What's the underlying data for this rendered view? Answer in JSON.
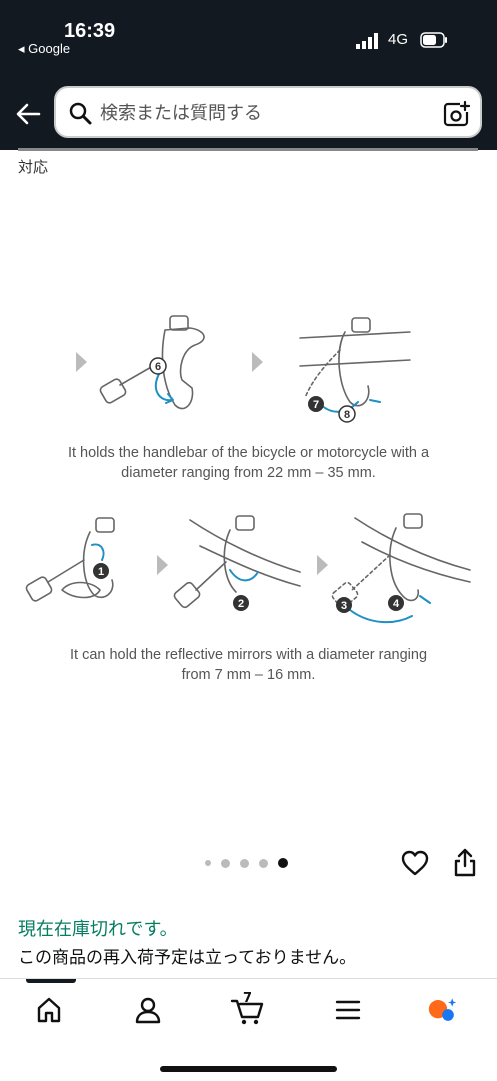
{
  "status_bar": {
    "time": "16:39",
    "back_app": "◂ Google",
    "network": "4G"
  },
  "search": {
    "placeholder": "検索または質問する"
  },
  "product": {
    "description_tail": "対応",
    "image_caption_1": "It holds the handlebar of the bicycle or motorcycle with a diameter ranging from 22 mm – 35 mm.",
    "image_caption_2": "It can hold the reflective mirrors with a diameter ranging from 7 mm – 16 mm.",
    "carousel": {
      "total": 5,
      "active_index": 4
    },
    "step_numbers": [
      "6",
      "7",
      "8",
      "1",
      "2",
      "3",
      "4"
    ]
  },
  "availability": {
    "status": "現在在庫切れです。",
    "note": "この商品の再入荷予定は立っておりません。"
  },
  "bottom_nav": {
    "cart_count": "7",
    "items": [
      "home-icon",
      "account-icon",
      "cart-icon",
      "menu-icon",
      "assistant-icon"
    ]
  },
  "colors": {
    "header_bg": "#131921",
    "accent_teal": "#1f8fc4",
    "in_stock_green": "#067d62",
    "assistant_orange": "#ff6a1a",
    "assistant_blue": "#1877f2"
  }
}
